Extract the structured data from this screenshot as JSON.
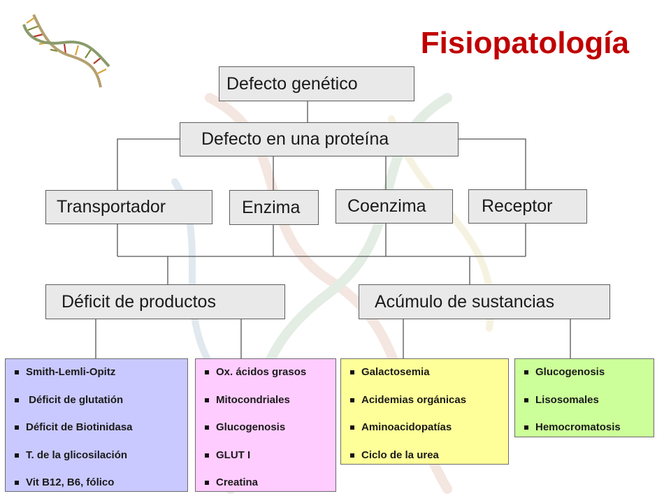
{
  "title": "Fisiopatología",
  "nodes": {
    "genetic": "Defecto genético",
    "protein": "Defecto en una proteína",
    "transporter": "Transportador",
    "enzyme": "Enzima",
    "coenzyme": "Coenzima",
    "receptor": "Receptor",
    "deficit": "Déficit de productos",
    "accumulation": "Acúmulo de sustancias"
  },
  "lists": {
    "deficit_a": [
      "Smith-Lemli-Opitz",
      " Déficit de glutatión",
      "Déficit de Biotinidasa",
      "T. de la glicosilación",
      "Vit B12, B6, fólico"
    ],
    "deficit_b": [
      "Ox. ácidos grasos",
      "Mitocondriales",
      "Glucogenosis",
      "GLUT I",
      "Creatina"
    ],
    "accum_a": [
      "Galactosemia",
      "Acidemias orgánicas",
      "Aminoacidopatías",
      "Ciclo de la urea"
    ],
    "accum_b": [
      "Glucogenosis",
      "Lisosomales",
      "Hemocromatosis"
    ]
  },
  "colors": {
    "title": "#c00000",
    "box_fill": "#e9e9e9",
    "list_blue": "#c9c9ff",
    "list_pink": "#ffccff",
    "list_yellow": "#ffff99",
    "list_green": "#ccff99"
  },
  "icons": {
    "logo": "dna-helix-icon",
    "background": "dna-watermark"
  }
}
